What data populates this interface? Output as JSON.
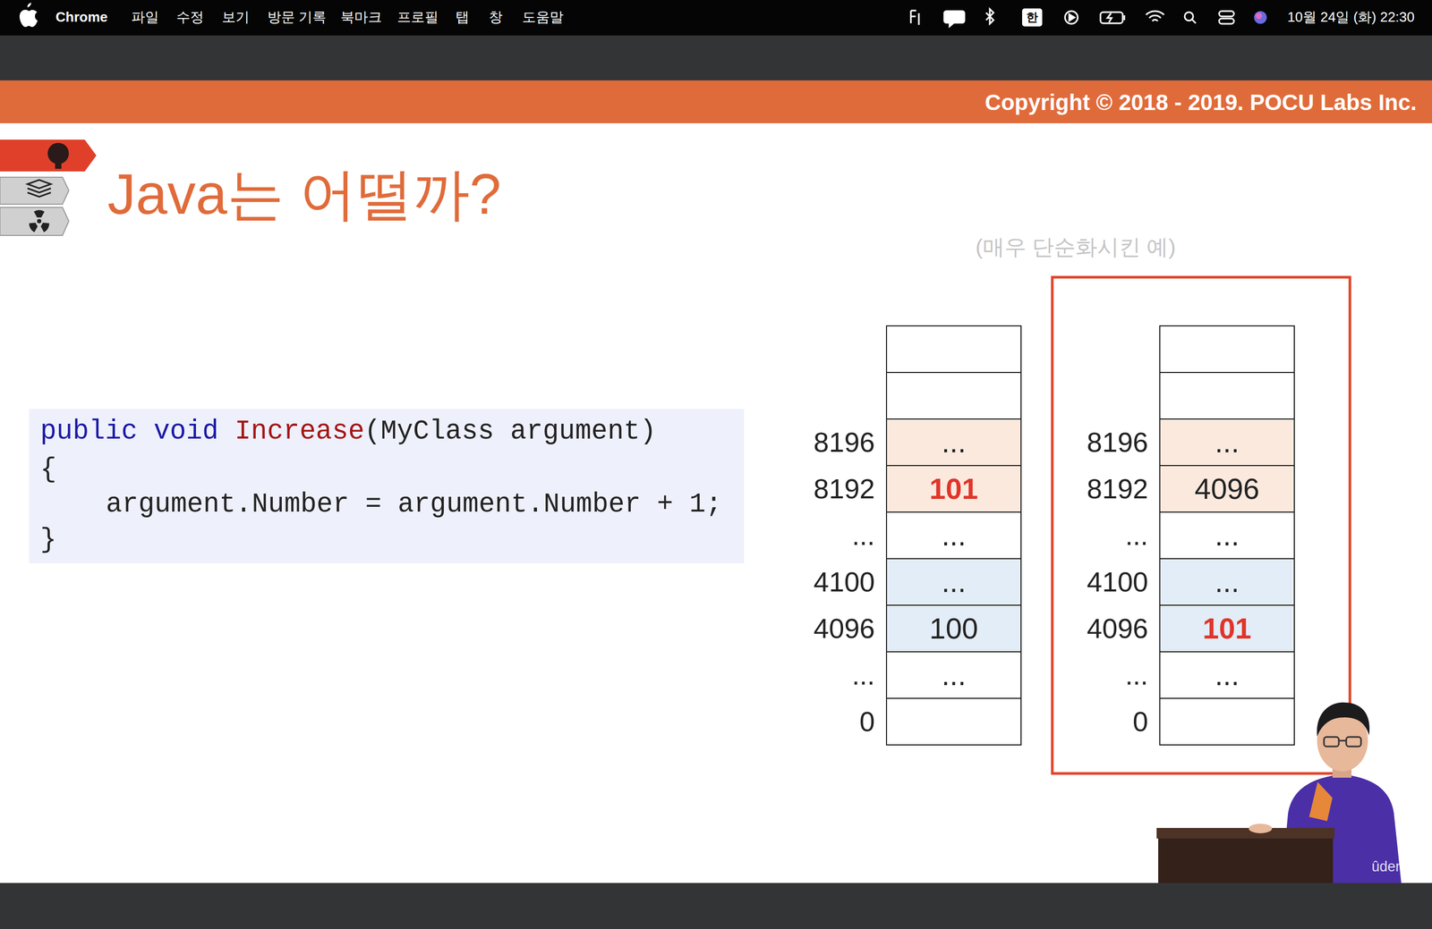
{
  "diagram": {
    "title": "Java는 어떨까?",
    "nodes": [
      {
        "text": [
          "public void",
          "Increase",
          "(MyClass argument)",
          "{",
          "argument.Number = argument.Number + 1;",
          "}"
        ]
      }
    ],
    "labels": [
      "Chrome",
      "파일",
      "수정",
      "보기",
      "방문 기록",
      "북마크",
      "프로필",
      "탭",
      "창",
      "도움말",
      "한",
      "10월 24일 (화) 22:30",
      "Copyright © 2018 - 2019. POCU Labs Inc.",
      "(매우 단순화시킨 예)",
      "8196",
      "8192",
      "...",
      "4100",
      "4096",
      "...",
      "0",
      "...",
      "101",
      "...",
      "...",
      "100",
      "...",
      "8196",
      "8192",
      "...",
      "4100",
      "4096",
      "...",
      "0",
      "...",
      "4096",
      "...",
      "...",
      "101",
      "...",
      "ûdemy"
    ]
  }
}
